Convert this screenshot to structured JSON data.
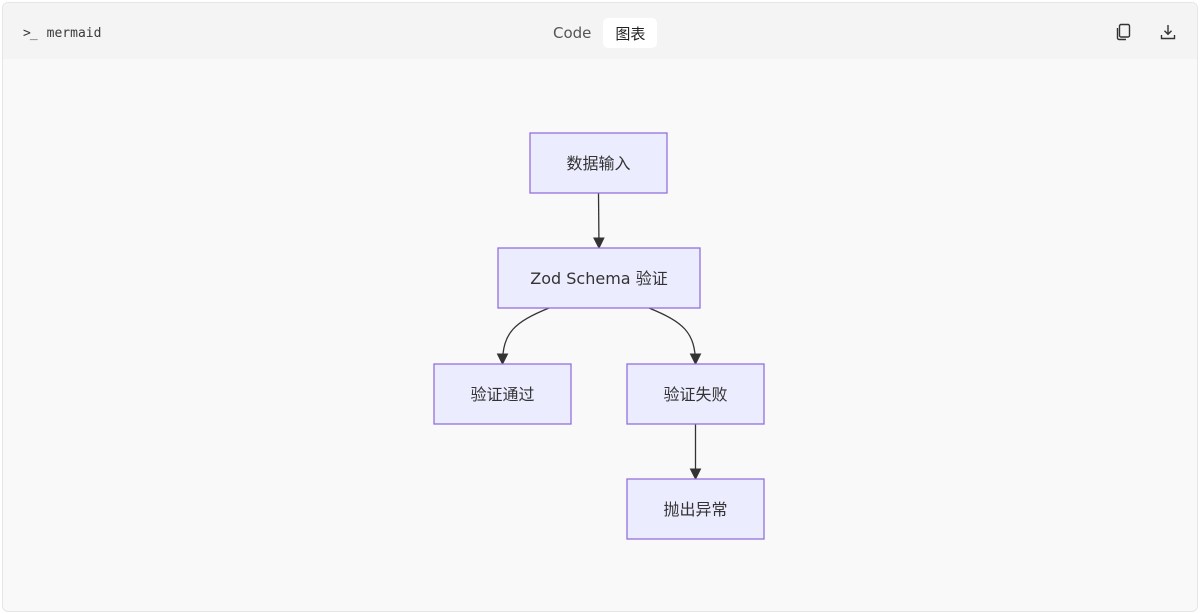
{
  "toolbar": {
    "language_label": "mermaid",
    "tabs": [
      {
        "label": "Code",
        "active": false
      },
      {
        "label": "图表",
        "active": true
      }
    ],
    "actions": [
      {
        "icon": "copy-icon"
      },
      {
        "icon": "download-icon"
      }
    ]
  },
  "diagram": {
    "type": "flowchart",
    "direction": "TD",
    "nodes": [
      {
        "id": "A",
        "label": "数据输入"
      },
      {
        "id": "B",
        "label": "Zod Schema 验证"
      },
      {
        "id": "C",
        "label": "验证通过"
      },
      {
        "id": "D",
        "label": "验证失败"
      },
      {
        "id": "E",
        "label": "抛出异常"
      }
    ],
    "edges": [
      {
        "from": "A",
        "to": "B"
      },
      {
        "from": "B",
        "to": "C"
      },
      {
        "from": "B",
        "to": "D"
      },
      {
        "from": "D",
        "to": "E"
      }
    ],
    "colors": {
      "node_fill": "#ECECFF",
      "node_stroke": "#9370DB",
      "edge": "#333333"
    }
  }
}
